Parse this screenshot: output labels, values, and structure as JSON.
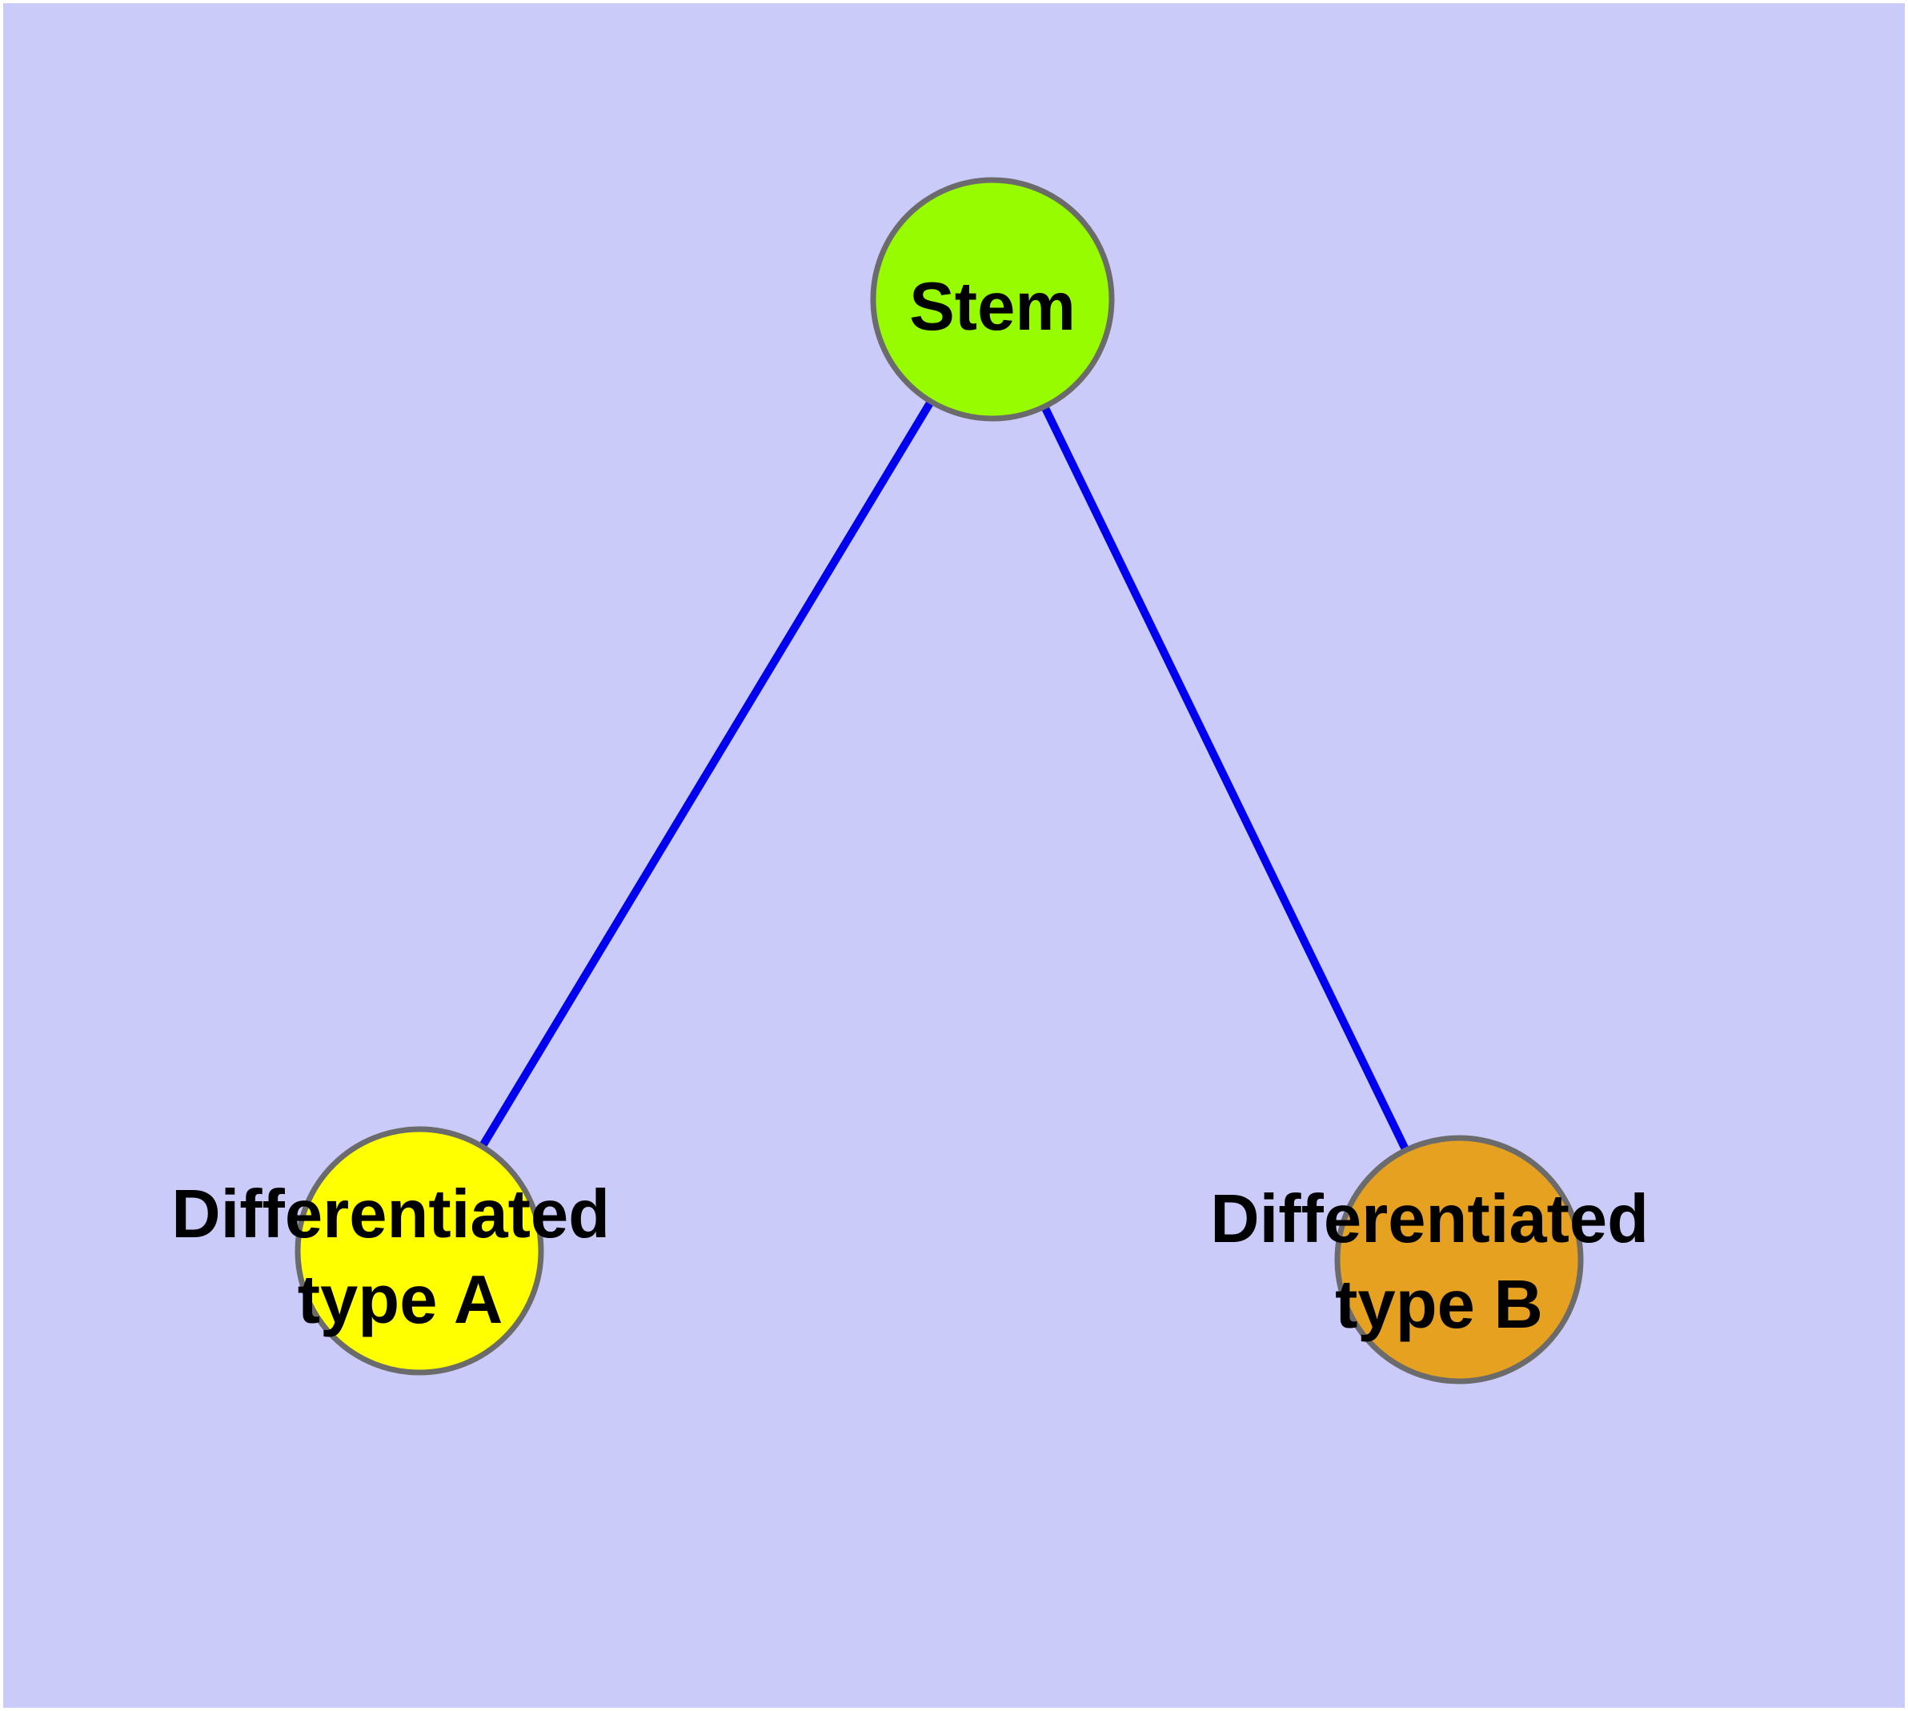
{
  "diagram": {
    "background_color": "#CBCBFA",
    "edge_color": "#0000EE",
    "node_border_color": "#6B6B6B",
    "label_color": "#000000",
    "nodes": [
      {
        "id": "stem",
        "label": "Stem",
        "color": "#98FC00"
      },
      {
        "id": "differentiated-type-a",
        "label": "Differentiated type A",
        "label_line1": "Differentiated",
        "label_line2": "type A",
        "color": "#FFFF00"
      },
      {
        "id": "differentiated-type-b",
        "label": "Differentiated type B",
        "label_line1": "Differentiated",
        "label_line2": "type B",
        "color": "#E7A121"
      }
    ],
    "edges": [
      {
        "from": "stem",
        "to": "differentiated-type-a"
      },
      {
        "from": "stem",
        "to": "differentiated-type-b"
      }
    ]
  }
}
